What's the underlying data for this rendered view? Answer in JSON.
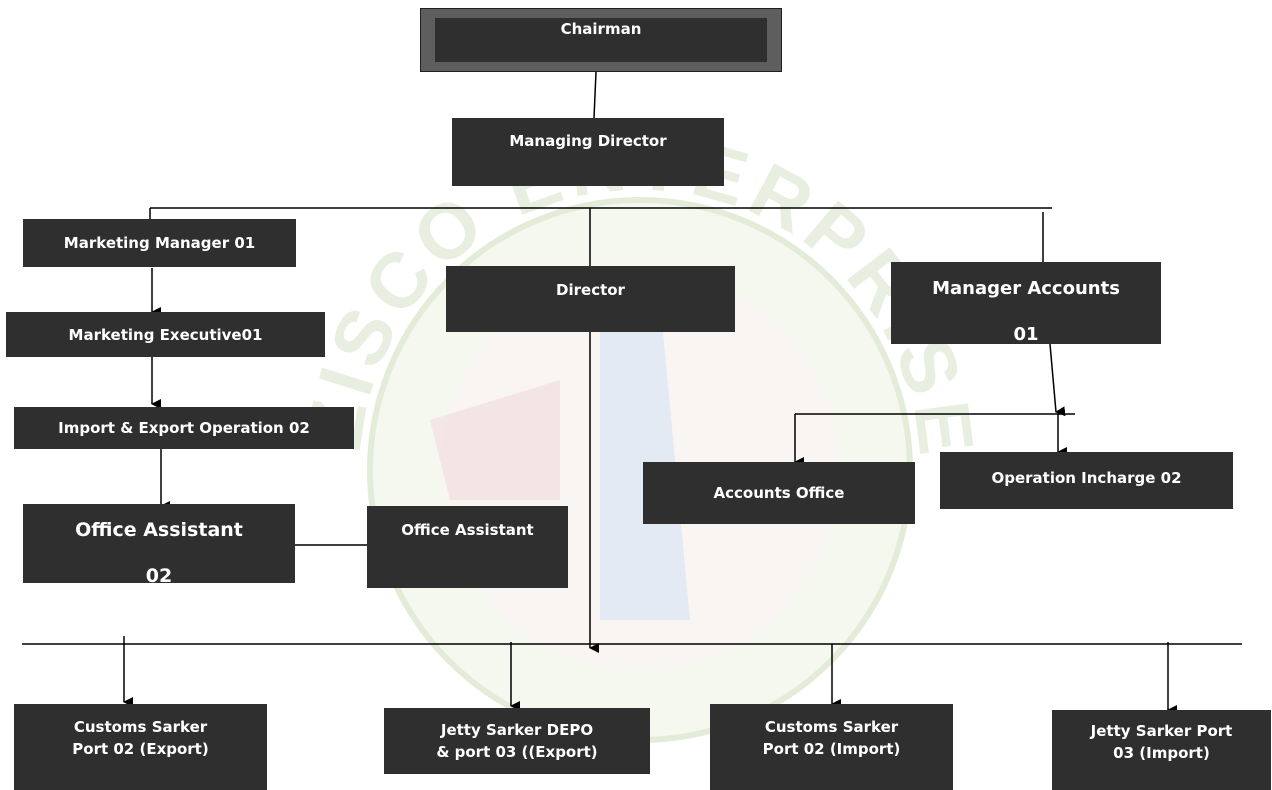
{
  "watermark": {
    "text": "ZISCO ENTERPRISE LIMITED"
  },
  "chart": {
    "chairman": "Chairman",
    "managing_director": "Managing  Director",
    "marketing_manager": "Marketing Manager 01",
    "marketing_executive": "Marketing Executive01",
    "import_export_operation": "Import & Export Operation 02",
    "office_assistant_left": "Office Assistant",
    "office_assistant_left_count": "02",
    "office_assistant_right": "Office Assistant",
    "director": "Director",
    "manager_accounts": "Manager Accounts",
    "manager_accounts_count": "01",
    "accounts_office": "Accounts Office",
    "operation_incharge": "Operation Incharge 02",
    "customs_sarker_export": "Customs  Sarker\nPort 02 (Export)",
    "jetty_sarker_depo_export": "Jetty  Sarker DEPO\n& port  03 ((Export)",
    "customs_sarker_import": "Customs  Sarker\nPort 02 (Import)",
    "jetty_sarker_port_import": "Jetty Sarker Port\n03 (Import)"
  },
  "colors": {
    "box": "#2f2f2f",
    "chair_frame": "#5e5e5e",
    "text": "#ffffff",
    "watermark": "#2e8b2e"
  }
}
